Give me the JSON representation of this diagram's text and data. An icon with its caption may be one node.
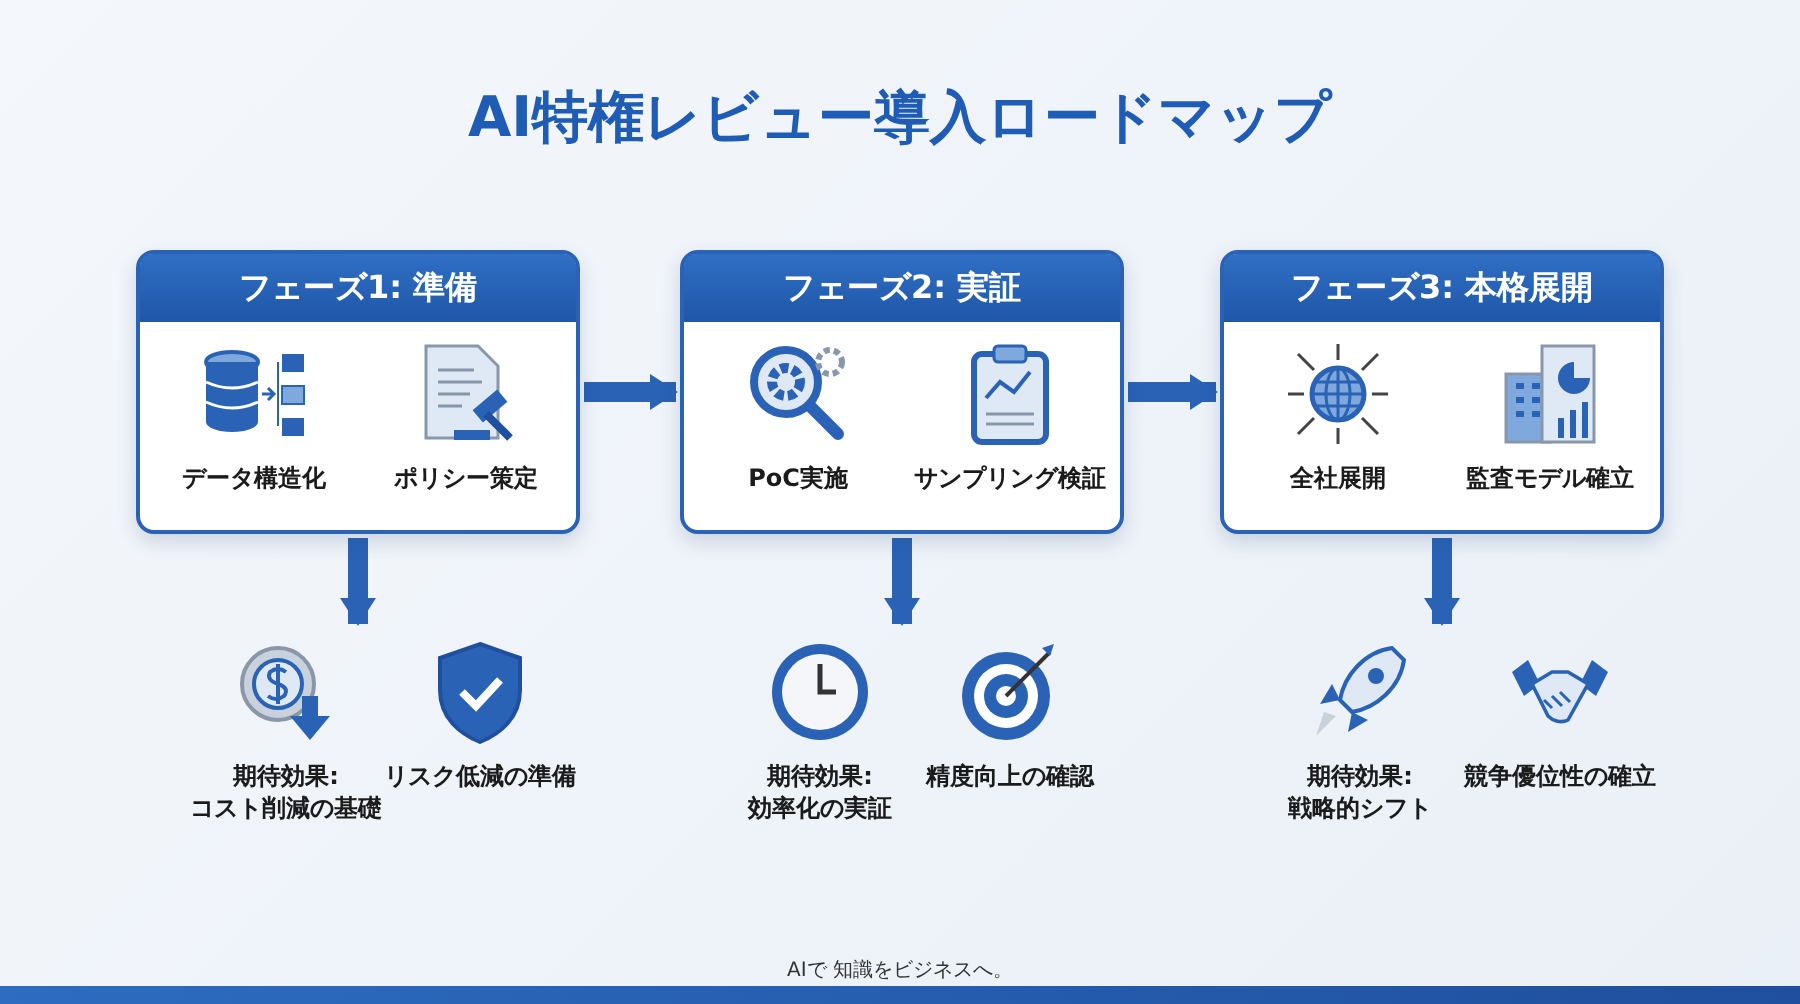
{
  "diagram": {
    "title": "AI特権レビュー導入ロードマップ",
    "nodes": [
      {
        "text": [
          "フェーズ1: 準備"
        ]
      },
      {
        "text": [
          "データ構造化"
        ],
        "in": 0
      },
      {
        "text": [
          "ポリシー策定"
        ],
        "in": 0
      },
      {
        "text": [
          "フェーズ2: 実証"
        ]
      },
      {
        "text": [
          "PoC実施"
        ],
        "in": 3
      },
      {
        "text": [
          "サンプリング検証"
        ],
        "in": 3
      },
      {
        "text": [
          "フェーズ3: 本格展開"
        ]
      },
      {
        "text": [
          "全社展開"
        ],
        "in": 6
      },
      {
        "text": [
          "監査モデル確立"
        ],
        "in": 6
      },
      {
        "text": [
          "期待効果: コスト削減の基礎"
        ]
      },
      {
        "text": [
          "リスク低減の準備"
        ]
      },
      {
        "text": [
          "期待効果: 効率化の実証"
        ]
      },
      {
        "text": [
          "精度向上の確認"
        ]
      },
      {
        "text": [
          "期待効果: 戦略的シフト"
        ]
      },
      {
        "text": [
          "競争優位性の確立"
        ]
      }
    ],
    "edges": [
      {
        "from": 0,
        "to": 3,
        "arrow": "to"
      },
      {
        "from": 3,
        "to": 6,
        "arrow": "to"
      },
      {
        "from": 0,
        "to": 9,
        "arrow": "to"
      },
      {
        "from": 0,
        "to": 10,
        "arrow": "to"
      },
      {
        "from": 3,
        "to": 11,
        "arrow": "to"
      },
      {
        "from": 3,
        "to": 12,
        "arrow": "to"
      },
      {
        "from": 6,
        "to": 13,
        "arrow": "to"
      },
      {
        "from": 6,
        "to": 14,
        "arrow": "to"
      }
    ],
    "labels": [
      "AIで 知識をビジネスへ。"
    ]
  }
}
